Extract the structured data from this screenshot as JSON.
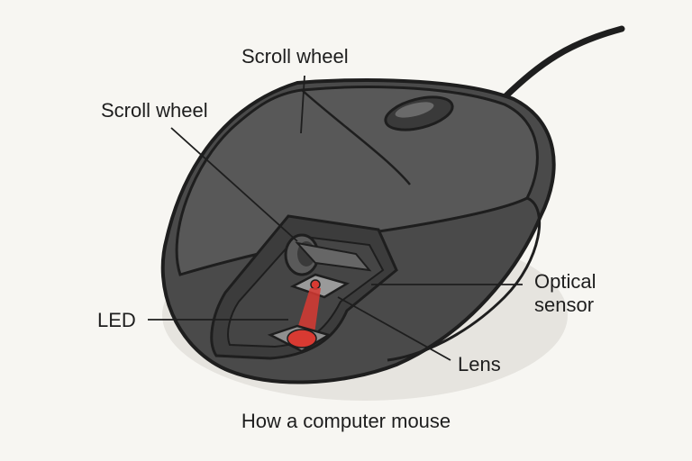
{
  "labels": {
    "scroll_wheel_top": "Scroll wheel",
    "scroll_wheel_left": "Scroll wheel",
    "led": "LED",
    "optical_line1": "Optical",
    "optical_line2": "sensor",
    "lens": "Lens"
  },
  "caption": "How a computer mouse",
  "colors": {
    "background": "#f7f6f2",
    "mouse_body": "#505050",
    "mouse_outline": "#1e1e1e",
    "led_red": "#d83a32"
  }
}
